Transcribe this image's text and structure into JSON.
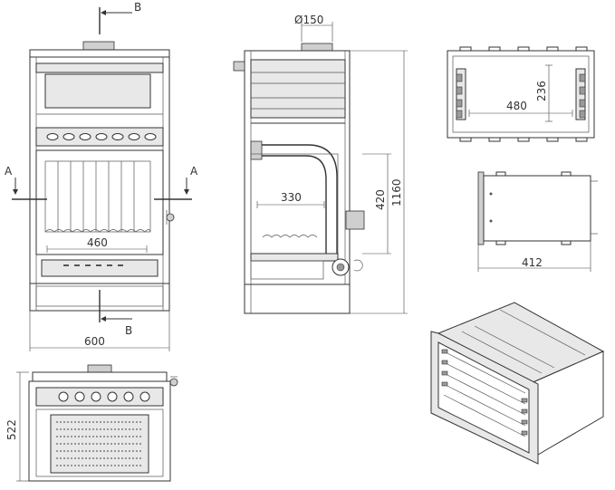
{
  "labels": {
    "section_b": "B",
    "section_a": "A",
    "dim_150": "Ø150",
    "dim_236": "236",
    "dim_480": "480",
    "dim_330": "330",
    "dim_420": "420",
    "dim_1160": "1160",
    "dim_460": "460",
    "dim_412": "412",
    "dim_600": "600",
    "dim_522": "522"
  }
}
